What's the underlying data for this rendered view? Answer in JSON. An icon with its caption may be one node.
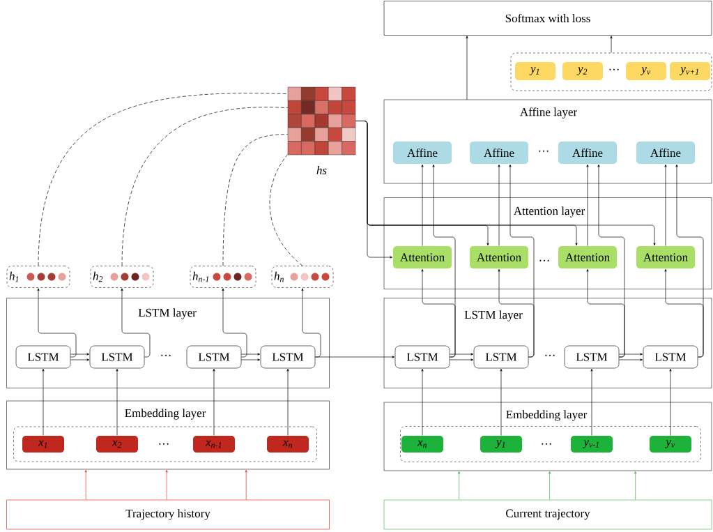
{
  "diagram": {
    "nodes": [
      {
        "text": [
          "Trajectory history"
        ]
      },
      {
        "text": [
          "Embedding layer"
        ]
      },
      {
        "text": [],
        "shape": "box",
        "in": 1
      },
      {
        "text": [
          "x$_{1}$"
        ],
        "in": 2
      },
      {
        "text": [
          "x$_{2}$"
        ],
        "in": 2
      },
      {
        "text": [
          "x$_{n-1}$"
        ],
        "in": 2
      },
      {
        "text": [
          "x$_{n}$"
        ],
        "in": 2
      },
      {
        "text": [
          "LSTM layer"
        ]
      },
      {
        "text": [
          "LSTM"
        ],
        "in": 7
      },
      {
        "text": [
          "LSTM"
        ],
        "in": 7
      },
      {
        "text": [
          "LSTM"
        ],
        "in": 7
      },
      {
        "text": [
          "LSTM"
        ],
        "in": 7
      },
      {
        "text": [
          "h$_{1}$"
        ]
      },
      {
        "text": [
          "h$_{2}$"
        ]
      },
      {
        "text": [
          "h$_{n-1}$"
        ]
      },
      {
        "text": [
          "h$_{n}$"
        ]
      },
      {
        "text": [],
        "shape": "picture",
        "beside": [
          "hs"
        ]
      },
      {
        "text": [
          "Current trajectory"
        ]
      },
      {
        "text": [
          "Embedding layer"
        ]
      },
      {
        "text": [],
        "shape": "box",
        "in": 18
      },
      {
        "text": [
          "x$_{n}$"
        ],
        "in": 19
      },
      {
        "text": [
          "y$_{1}$"
        ],
        "in": 19
      },
      {
        "text": [
          "y$_{v-1}$"
        ],
        "in": 19
      },
      {
        "text": [
          "y$_{v}$"
        ],
        "in": 19
      },
      {
        "text": [
          "LSTM layer"
        ]
      },
      {
        "text": [
          "LSTM"
        ],
        "in": 24
      },
      {
        "text": [
          "LSTM"
        ],
        "in": 24
      },
      {
        "text": [
          "LSTM"
        ],
        "in": 24
      },
      {
        "text": [
          "LSTM"
        ],
        "in": 24
      },
      {
        "text": [
          "Attention layer"
        ]
      },
      {
        "text": [
          "Attention"
        ],
        "in": 29
      },
      {
        "text": [
          "Attention"
        ],
        "in": 29
      },
      {
        "text": [
          "Attention"
        ],
        "in": 29
      },
      {
        "text": [
          "Attention"
        ],
        "in": 29
      },
      {
        "text": [
          "Affine layer"
        ]
      },
      {
        "text": [
          "Affine"
        ],
        "in": 34
      },
      {
        "text": [
          "Affine"
        ],
        "in": 34
      },
      {
        "text": [
          "Affine"
        ],
        "in": 34
      },
      {
        "text": [
          "Affine"
        ],
        "in": 34
      },
      {
        "text": [],
        "shape": "box"
      },
      {
        "text": [
          "y$_{1}$"
        ],
        "in": 39
      },
      {
        "text": [
          "y$_{2}$"
        ],
        "in": 39
      },
      {
        "text": [
          "y$_{v}$"
        ],
        "in": 39
      },
      {
        "text": [
          "y$_{v+1}$"
        ],
        "in": 39
      },
      {
        "text": [
          "Softmax with loss"
        ]
      }
    ],
    "edges": [
      {
        "from": 0,
        "to": 1,
        "arrow": "to",
        "color": "#e8352a"
      },
      {
        "from": 0,
        "to": 1,
        "arrow": "to",
        "color": "#e8352a"
      },
      {
        "from": 0,
        "to": 1,
        "arrow": "to",
        "color": "#e8352a"
      },
      {
        "from": 17,
        "to": 18,
        "arrow": "to",
        "color": "#3cb54a"
      },
      {
        "from": 17,
        "to": 18,
        "arrow": "to",
        "color": "#3cb54a"
      },
      {
        "from": 17,
        "to": 18,
        "arrow": "to",
        "color": "#3cb54a"
      },
      {
        "from": 3,
        "to": 8,
        "arrow": "to"
      },
      {
        "from": 4,
        "to": 9,
        "arrow": "to"
      },
      {
        "from": 5,
        "to": 10,
        "arrow": "to"
      },
      {
        "from": 6,
        "to": 11,
        "arrow": "to"
      },
      {
        "from": 8,
        "to": 9,
        "arrow": "to"
      },
      {
        "from": 10,
        "to": 11,
        "arrow": "to"
      },
      {
        "from": 8,
        "to": 12,
        "arrow": "to"
      },
      {
        "from": 9,
        "to": 13,
        "arrow": "to"
      },
      {
        "from": 10,
        "to": 14,
        "arrow": "to"
      },
      {
        "from": 11,
        "to": 15,
        "arrow": "to"
      },
      {
        "from": 12,
        "to": 16,
        "arrow": "none",
        "style": "dashed"
      },
      {
        "from": 13,
        "to": 16,
        "arrow": "none",
        "style": "dashed"
      },
      {
        "from": 14,
        "to": 16,
        "arrow": "none",
        "style": "dashed"
      },
      {
        "from": 15,
        "to": 16,
        "arrow": "none",
        "style": "dashed"
      },
      {
        "from": 11,
        "to": 25,
        "arrow": "to"
      },
      {
        "from": 20,
        "to": 25,
        "arrow": "to"
      },
      {
        "from": 21,
        "to": 26,
        "arrow": "to"
      },
      {
        "from": 22,
        "to": 27,
        "arrow": "to"
      },
      {
        "from": 23,
        "to": 28,
        "arrow": "to"
      },
      {
        "from": 25,
        "to": 26,
        "arrow": "to"
      },
      {
        "from": 27,
        "to": 28,
        "arrow": "to"
      },
      {
        "from": 25,
        "to": 30,
        "arrow": "to"
      },
      {
        "from": 26,
        "to": 31,
        "arrow": "to"
      },
      {
        "from": 27,
        "to": 32,
        "arrow": "to"
      },
      {
        "from": 28,
        "to": 33,
        "arrow": "to"
      },
      {
        "from": 16,
        "to": 30,
        "arrow": "to"
      },
      {
        "from": 16,
        "to": 31,
        "arrow": "to"
      },
      {
        "from": 16,
        "to": 32,
        "arrow": "to"
      },
      {
        "from": 16,
        "to": 33,
        "arrow": "to"
      },
      {
        "from": 30,
        "to": 35,
        "arrow": "to"
      },
      {
        "from": 31,
        "to": 36,
        "arrow": "to"
      },
      {
        "from": 32,
        "to": 37,
        "arrow": "to"
      },
      {
        "from": 33,
        "to": 38,
        "arrow": "to"
      },
      {
        "from": 25,
        "to": 35,
        "arrow": "to"
      },
      {
        "from": 26,
        "to": 36,
        "arrow": "to"
      },
      {
        "from": 27,
        "to": 37,
        "arrow": "to"
      },
      {
        "from": 28,
        "to": 38,
        "arrow": "to"
      },
      {
        "from": 34,
        "to": 44,
        "arrow": "to"
      },
      {
        "from": 39,
        "to": 44,
        "arrow": "to"
      },
      {
        "from": 8,
        "to": 9,
        "arrow": "to"
      },
      {
        "from": 10,
        "to": 11,
        "arrow": "to"
      },
      {
        "from": 25,
        "to": 26,
        "arrow": "to"
      },
      {
        "from": 27,
        "to": 28,
        "arrow": "to"
      }
    ],
    "labels": [
      "···",
      "···",
      "···",
      "···",
      "···",
      "···",
      "···"
    ]
  }
}
